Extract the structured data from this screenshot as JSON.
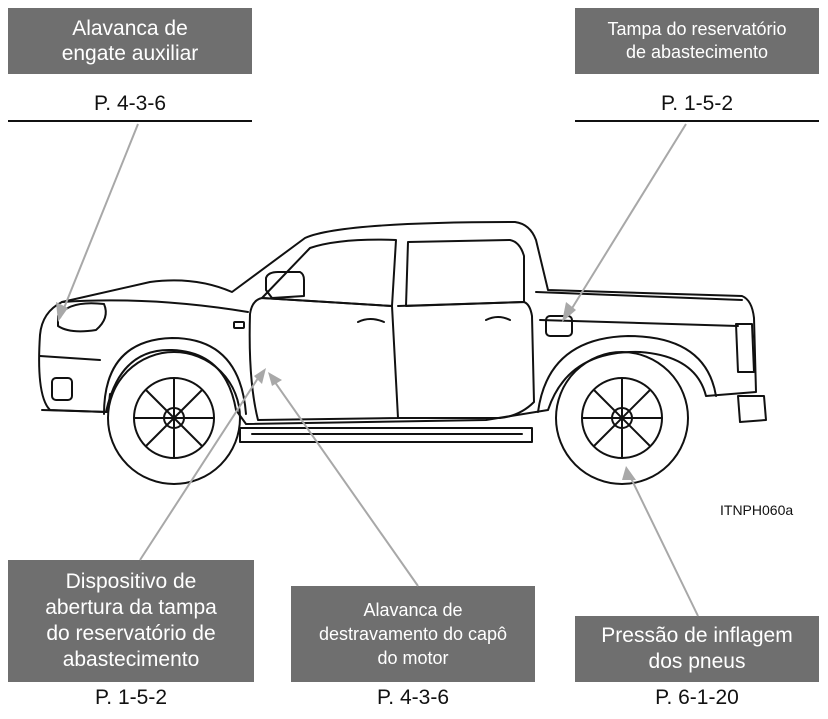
{
  "callouts": {
    "hitch_lever": {
      "lines": [
        "Alavanca de",
        "engate auxiliar"
      ],
      "page": "P. 4-3-6"
    },
    "fuel_cap": {
      "lines": [
        "Tampa do reservatório",
        "de abastecimento"
      ],
      "page": "P. 1-5-2"
    },
    "fuel_door_opener": {
      "lines": [
        "Dispositivo de",
        "abertura da tampa",
        "do reservatório de",
        "abastecimento"
      ],
      "page": "P. 1-5-2"
    },
    "hood_release": {
      "lines": [
        "Alavanca de",
        "destravamento do capô",
        "do motor"
      ],
      "page": "P. 4-3-6"
    },
    "tire_pressure": {
      "lines": [
        "Pressão de inflagem",
        "dos pneus"
      ],
      "page": "P. 6-1-20"
    }
  },
  "figure_code": "ITNPH060a"
}
